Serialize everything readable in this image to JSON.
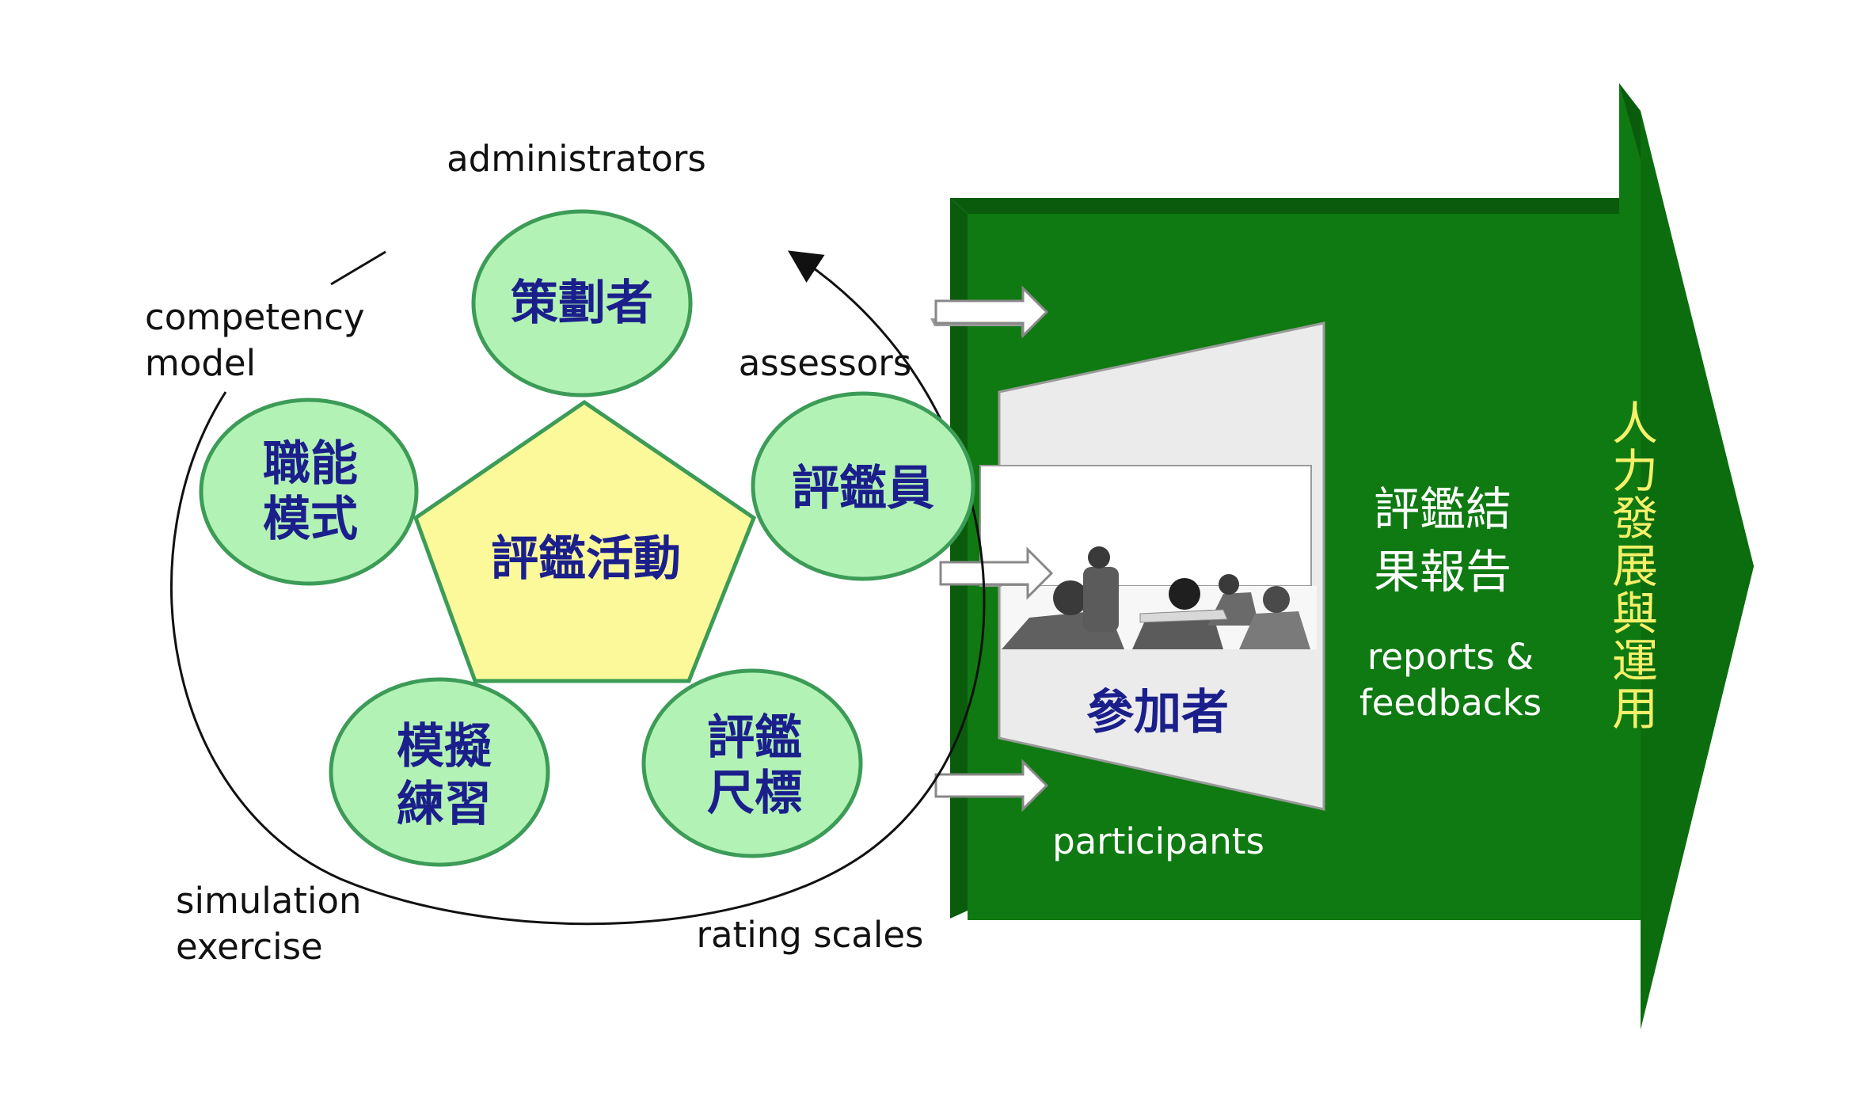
{
  "labels": {
    "administrators": "administrators",
    "competency_model": [
      "competency",
      "model"
    ],
    "assessors": "assessors",
    "simulation_exercise": [
      "simulation",
      "exercise"
    ],
    "rating_scales": "rating scales",
    "participants": "participants",
    "reports_feedbacks": [
      "reports &",
      "feedbacks"
    ]
  },
  "nodes": {
    "administrators_node": [
      "策劃者"
    ],
    "competency_node": [
      "職能",
      "模式"
    ],
    "assessors_node": [
      "評鑑員"
    ],
    "simulation_node": [
      "模擬",
      "練習"
    ],
    "rating_node": [
      "評鑑",
      "尺標"
    ],
    "center": "評鑑活動"
  },
  "panel": {
    "participants_cn": "參加者",
    "report_cn": [
      "評鑑結",
      "果報告"
    ],
    "hr_development": [
      "人",
      "力",
      "發",
      "展",
      "與",
      "運",
      "用"
    ]
  },
  "colors": {
    "node_fill": "#b3f2b5",
    "node_stroke": "#3c9c57",
    "pentagon_fill": "#fbf99a",
    "arrow_green": "#0f7a12",
    "arrow_green_dark": "#0a5c0c",
    "panel_grey": "#ebebeb",
    "node_text": "#1b1f8c",
    "yellow_text": "#f6f06a"
  }
}
